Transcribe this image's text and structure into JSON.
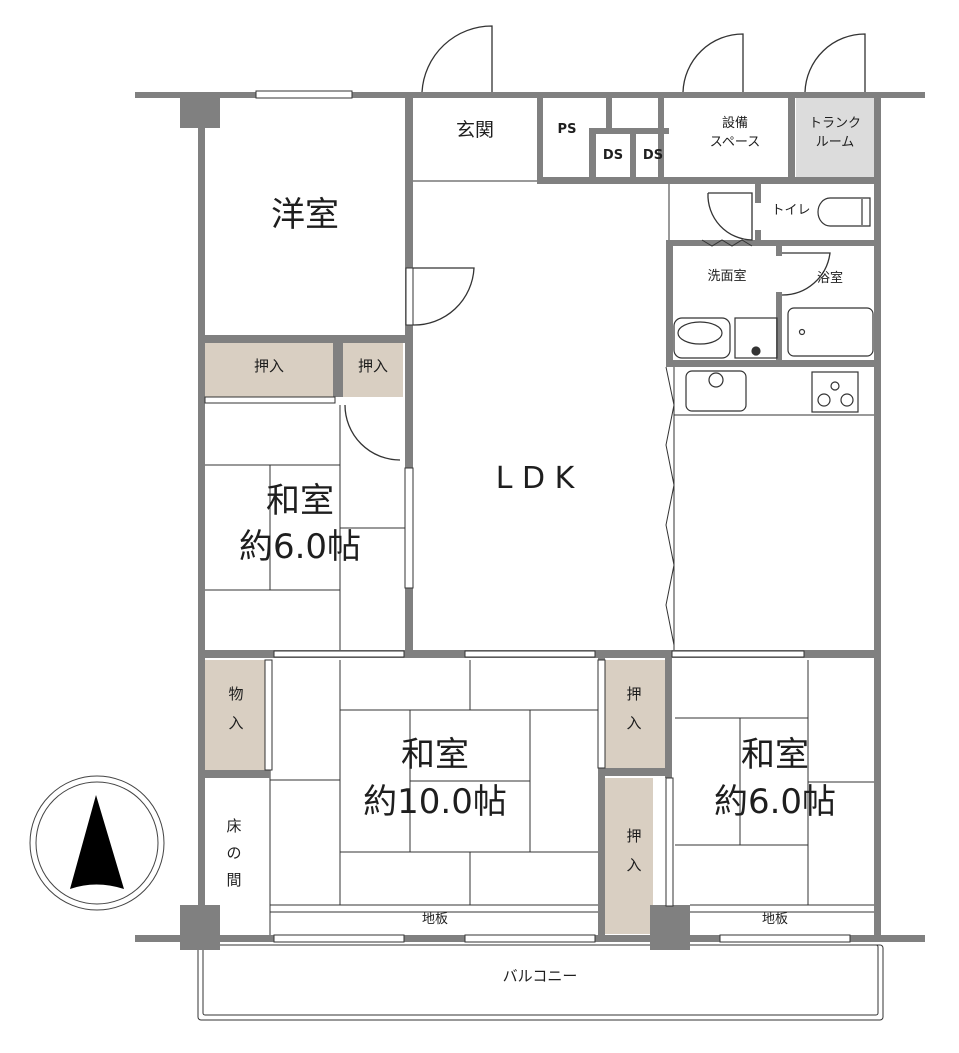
{
  "colors": {
    "wall": "#808080",
    "closet": "#d9cfc2",
    "trunk_room": "#dcdcdc",
    "line": "#333333",
    "background": "#ffffff"
  },
  "rooms": {
    "western_room": {
      "label": "洋室"
    },
    "entrance": {
      "label": "玄関"
    },
    "ps": {
      "label": "PS"
    },
    "ds1": {
      "label": "DS"
    },
    "ds2": {
      "label": "DS"
    },
    "equipment_space": {
      "label": "設備\nスペース",
      "line1": "設備",
      "line2": "スペース"
    },
    "trunk_room": {
      "label": "トランクルーム",
      "line1": "トランク",
      "line2": "ルーム"
    },
    "toilet": {
      "label": "トイレ"
    },
    "washroom": {
      "label": "洗面室"
    },
    "bathroom": {
      "label": "浴室"
    },
    "ldk": {
      "label": "L D K"
    },
    "closet_1": {
      "label": "押入"
    },
    "closet_2": {
      "label": "押入"
    },
    "japanese_room_1": {
      "line1": "和室",
      "line2": "約6.0帖",
      "size": "6.0"
    },
    "storage": {
      "label": "物入",
      "c1": "物",
      "c2": "入"
    },
    "japanese_room_2": {
      "line1": "和室",
      "line2": "約10.0帖",
      "size": "10.0"
    },
    "tokonoma": {
      "label": "床の間",
      "c1": "床",
      "c2": "の",
      "c3": "間"
    },
    "closet_3": {
      "label": "押入",
      "c1": "押",
      "c2": "入"
    },
    "closet_4": {
      "label": "押入",
      "c1": "押",
      "c2": "入"
    },
    "japanese_room_3": {
      "line1": "和室",
      "line2": "約6.0帖",
      "size": "6.0"
    },
    "floorboard_1": {
      "label": "地板"
    },
    "floorboard_2": {
      "label": "地板"
    },
    "balcony": {
      "label": "バルコニー"
    }
  },
  "compass": {
    "direction": "north-arrow-icon"
  }
}
